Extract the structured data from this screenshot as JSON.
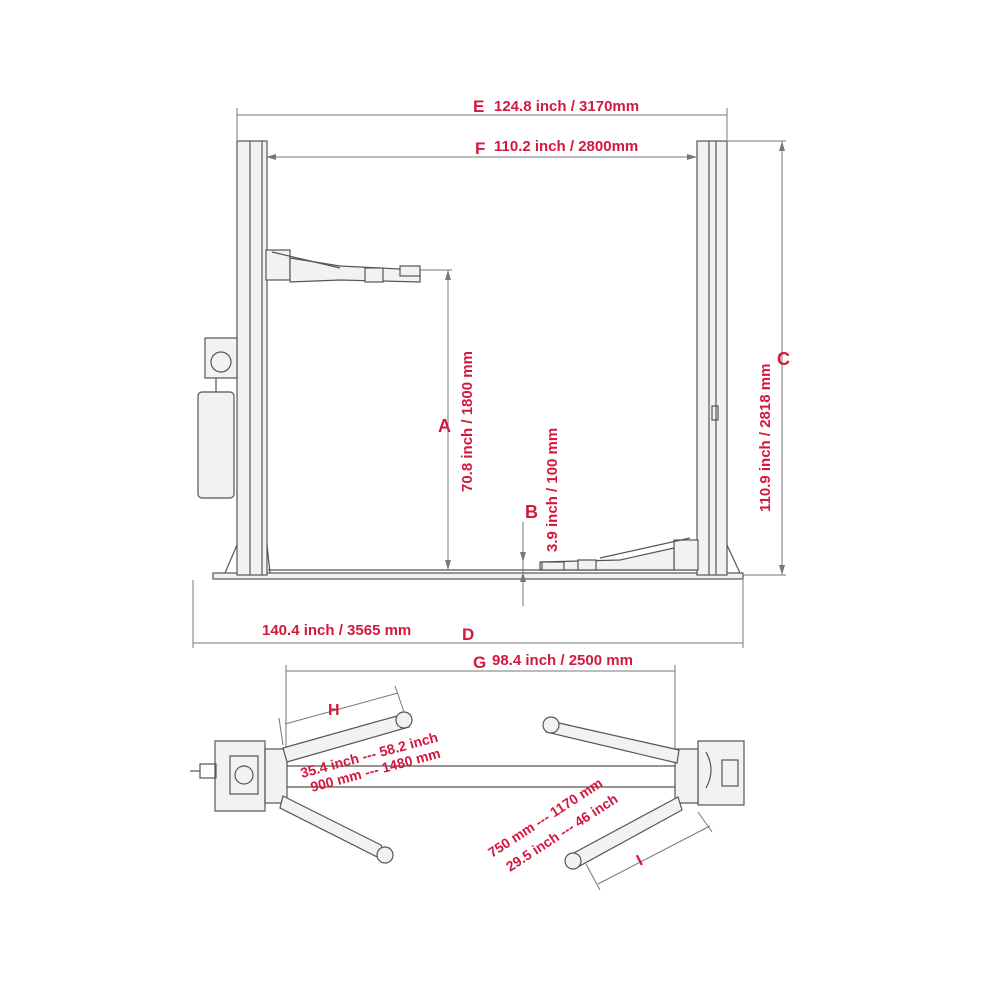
{
  "colors": {
    "accent": "#d4183d",
    "line": "#555555"
  },
  "dimensions": {
    "E": {
      "letter": "E",
      "label": "124.8 inch / 3170mm"
    },
    "F": {
      "letter": "F",
      "label": "110.2 inch / 2800mm"
    },
    "A": {
      "letter": "A",
      "label": "70.8 inch / 1800 mm"
    },
    "B": {
      "letter": "B",
      "label": "3.9 inch / 100 mm"
    },
    "C": {
      "letter": "C",
      "label": "110.9 inch / 2818 mm"
    },
    "D": {
      "letter": "D",
      "label": "140.4 inch / 3565 mm"
    },
    "G": {
      "letter": "G",
      "label": "98.4 inch / 2500 mm"
    },
    "H": {
      "letter": "H",
      "label_inch": "35.4 inch --- 58.2 inch",
      "label_mm": "900 mm --- 1480 mm"
    },
    "I": {
      "letter": "I",
      "label_mm": "750 mm --- 1170 mm",
      "label_inch": "29.5 inch --- 46 inch"
    }
  }
}
